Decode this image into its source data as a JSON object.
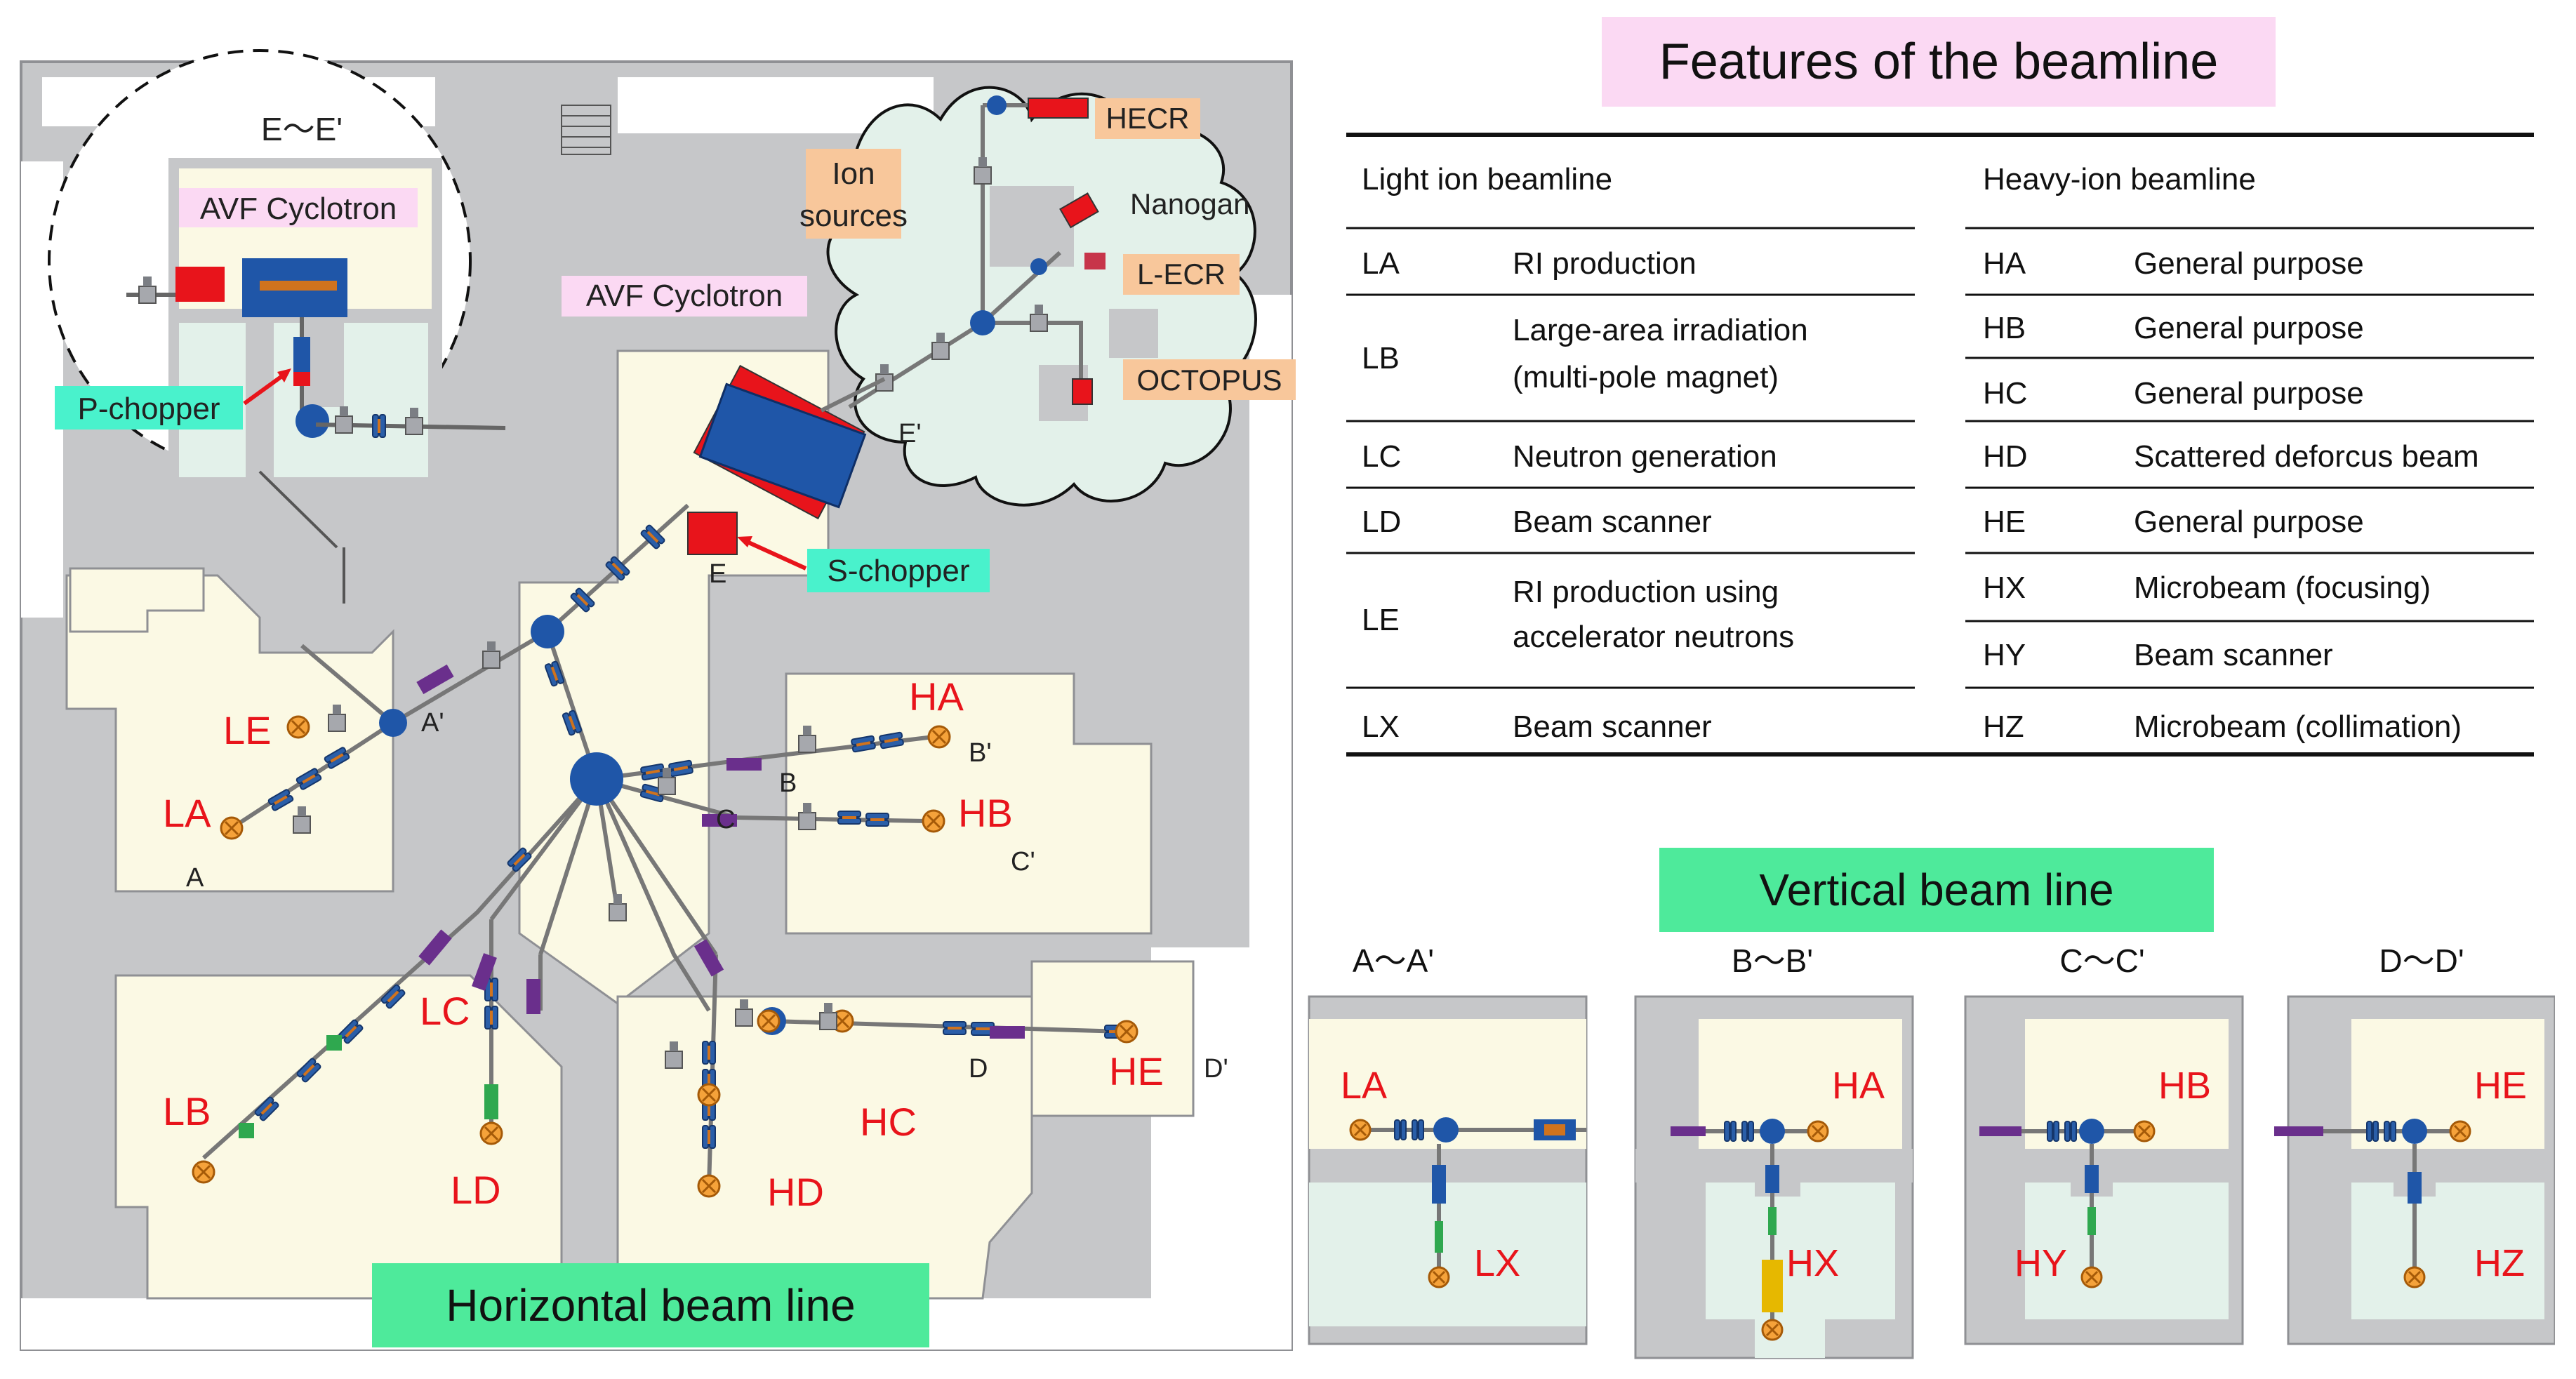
{
  "features": {
    "title": "Features of the beamline",
    "light_header": "Light ion beamline",
    "heavy_header": "Heavy-ion beamline",
    "light_rows": [
      {
        "code": "LA",
        "desc": [
          "RI production"
        ]
      },
      {
        "code": "LB",
        "desc": [
          "Large-area irradiation",
          "(multi-pole magnet)"
        ]
      },
      {
        "code": "LC",
        "desc": [
          "Neutron generation"
        ]
      },
      {
        "code": "LD",
        "desc": [
          "Beam scanner"
        ]
      },
      {
        "code": "LE",
        "desc": [
          "RI production using",
          "accelerator neutrons"
        ]
      },
      {
        "code": "LX",
        "desc": [
          "Beam scanner"
        ]
      }
    ],
    "heavy_rows": [
      {
        "code": "HA",
        "desc": "General purpose"
      },
      {
        "code": "HB",
        "desc": "General purpose"
      },
      {
        "code": "HC",
        "desc": "General purpose"
      },
      {
        "code": "HD",
        "desc": "Scattered deforcus beam"
      },
      {
        "code": "HE",
        "desc": "General purpose"
      },
      {
        "code": "HX",
        "desc": "Microbeam (focusing)"
      },
      {
        "code": "HY",
        "desc": "Beam scanner"
      },
      {
        "code": "HZ",
        "desc": "Microbeam (collimation)"
      }
    ]
  },
  "map": {
    "horizontal_title": "Horizontal beam line",
    "inset_section": "E～E'",
    "avf_inset": "AVF Cyclotron",
    "avf_main": "AVF Cyclotron",
    "p_chopper": "P-chopper",
    "s_chopper": "S-chopper",
    "ion_sources": [
      "Ion",
      "sources"
    ],
    "sources": [
      "HECR",
      "Nanogan",
      "L-ECR",
      "OCTOPUS"
    ],
    "beamlines": [
      "LA",
      "LB",
      "LC",
      "LD",
      "LE",
      "HA",
      "HB",
      "HC",
      "HD",
      "HE"
    ],
    "section_marks": [
      "A",
      "A'",
      "B",
      "B'",
      "C",
      "C'",
      "D",
      "D'",
      "E",
      "E'"
    ]
  },
  "vertical": {
    "title": "Vertical beam line",
    "panels": [
      {
        "section": "A～A'",
        "top": "LA",
        "bottom": "LX"
      },
      {
        "section": "B～B'",
        "top": "HA",
        "bottom": "HX"
      },
      {
        "section": "C～C'",
        "top": "HB",
        "bottom": "HY"
      },
      {
        "section": "D～D'",
        "top": "HE",
        "bottom": "HZ"
      }
    ]
  },
  "colors": {
    "floor_gray": "#c6c7c9",
    "room_cream": "#fbf9e4",
    "room_mint": "#e3f1ea",
    "magnet_blue": "#1f56a8",
    "target_orange": "#f5a23a",
    "label_red": "#e8141b",
    "label_pink": "#fbd9f3",
    "label_orange": "#f8c79b",
    "label_teal": "#49f2cc",
    "title_green": "#4eea9b"
  }
}
